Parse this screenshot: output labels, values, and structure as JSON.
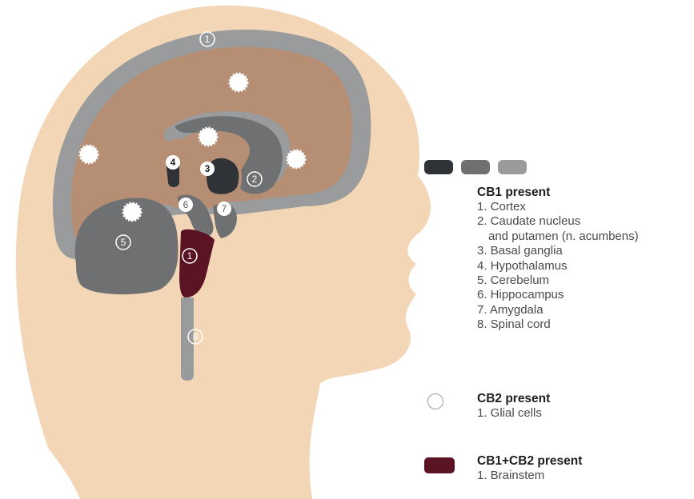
{
  "colors": {
    "skin": "#f2d6b6",
    "brain_tan": "#b58e73",
    "light_gray": "#999b9c",
    "mid_gray": "#6e7072",
    "dark_gray": "#2f3338",
    "brainstem": "#5a1424",
    "glial_white": "#ffffff"
  },
  "diagram": {
    "labels": {
      "cortex": "1",
      "caudate": "2",
      "basal_ganglia": "3",
      "hypothalamus": "4",
      "cerebelum": "5",
      "hippocampus": "6",
      "amygdala": "7",
      "spinal_cord": "8",
      "brainstem": "1"
    }
  },
  "legend": {
    "swatches": [
      "#2f3338",
      "#6e7072",
      "#999b9c"
    ],
    "cb1": {
      "title": "CB1 present",
      "items": [
        "1. Cortex",
        "2. Caudate nucleus",
        "and putamen (n. acumbens)",
        "3. Basal ganglia",
        "4. Hypothalamus",
        "5. Cerebelum",
        "6. Hippocampus",
        "7.  Amygdala",
        "8. Spinal cord"
      ]
    },
    "cb2": {
      "title": "CB2 present",
      "items": [
        "1. Glial cells"
      ]
    },
    "cb1_cb2": {
      "title": "CB1+CB2 present",
      "items": [
        "1. Brainstem"
      ]
    }
  }
}
